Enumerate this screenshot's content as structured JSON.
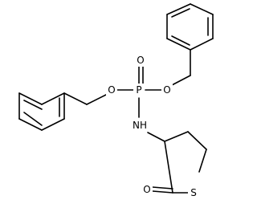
{
  "molecule": {
    "atoms": {
      "phosphorus": "P",
      "phosphoryl_oxygen": "O",
      "ester_oxygen_left": "O",
      "ester_oxygen_right": "O",
      "amide_nitrogen": "NH",
      "ring_sulfur": "S",
      "carbonyl_oxygen": "O"
    }
  }
}
